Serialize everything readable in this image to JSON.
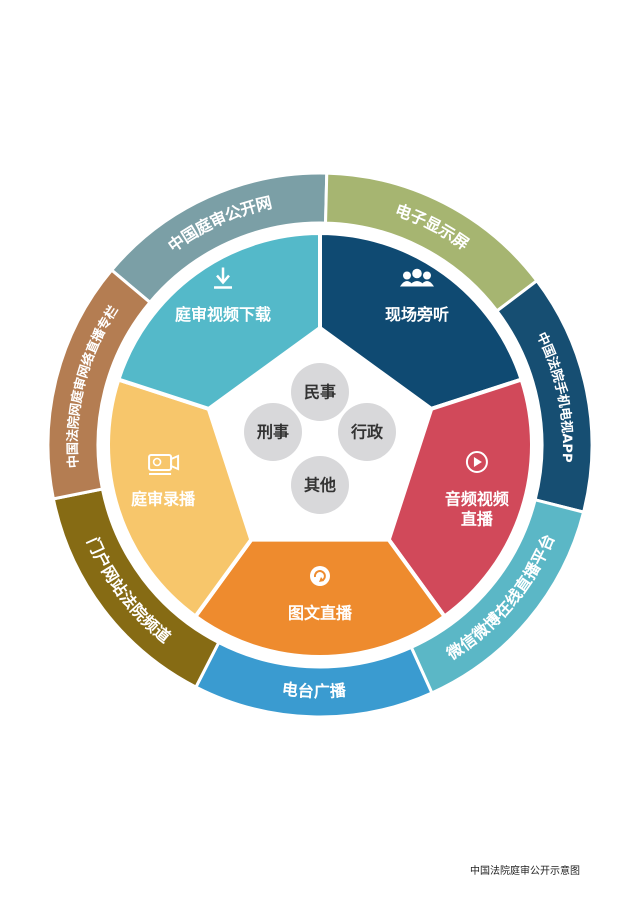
{
  "outer_ring": [
    {
      "label": "中国庭审公开网",
      "color": "#7b9fa6"
    },
    {
      "label": "电子显示屏",
      "color": "#a6b571"
    },
    {
      "label": "中国法院手机电视APP",
      "color": "#164e72"
    },
    {
      "label": "微信微博在线直播平台",
      "color": "#5bb7c6"
    },
    {
      "label": "电台广播",
      "color": "#3a9bd0"
    },
    {
      "label": "门户网站法院频道",
      "color": "#866b14"
    },
    {
      "label": "中国法院网庭审网络直播专栏",
      "color": "#b47d52"
    }
  ],
  "inner_ring": [
    {
      "label": "现场旁听",
      "color": "#0f4a72",
      "icon": "people-icon"
    },
    {
      "label": "音频视频直播",
      "line1": "音频视频",
      "line2": "直播",
      "color": "#d1495a",
      "icon": "play-icon"
    },
    {
      "label": "图文直播",
      "color": "#ee8b2e",
      "icon": "refresh-icon"
    },
    {
      "label": "庭审录播",
      "color": "#f7c66b",
      "icon": "camera-icon"
    },
    {
      "label": "庭审视频下载",
      "color": "#54b9c9",
      "icon": "download-icon"
    }
  ],
  "center_circles": [
    {
      "label": "民事"
    },
    {
      "label": "行政"
    },
    {
      "label": "其他"
    },
    {
      "label": "刑事"
    }
  ],
  "caption": "中国法院庭审公开示意图"
}
